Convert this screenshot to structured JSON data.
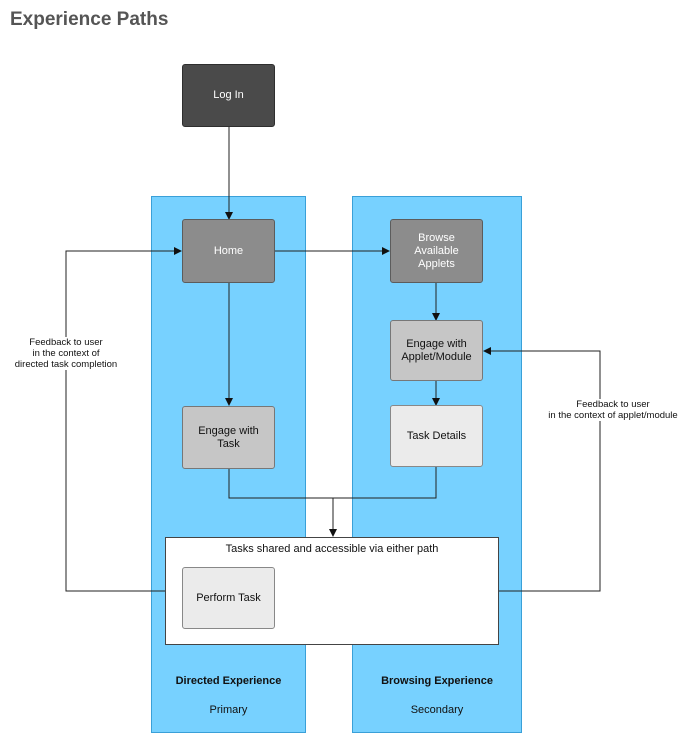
{
  "page": {
    "title": "Experience Paths"
  },
  "lanes": {
    "directed": {
      "name": "Directed Experience",
      "subtitle": "Primary"
    },
    "browsing": {
      "name": "Browsing Experience",
      "subtitle": "Secondary"
    }
  },
  "nodes": {
    "login": "Log In",
    "home": "Home",
    "browse": "Browse Available Applets",
    "engage_applet": "Engage with Applet/Module",
    "engage_task": "Engage with Task",
    "task_details": "Task Details",
    "perform_task": "Perform Task"
  },
  "shared_area": {
    "label": "Tasks shared and accessible via either path"
  },
  "notes": {
    "left_feedback": [
      "Feedback to user",
      "in the context of",
      "directed task completion"
    ],
    "right_feedback": [
      "Feedback to user",
      "in the context of applet/module"
    ]
  },
  "colors": {
    "lane": "#77d1ff",
    "node_dark": "#4a4a4a",
    "node_mid": "#8c8c8c",
    "node_light": "#c6c6c6",
    "node_pale": "#ebebeb"
  }
}
